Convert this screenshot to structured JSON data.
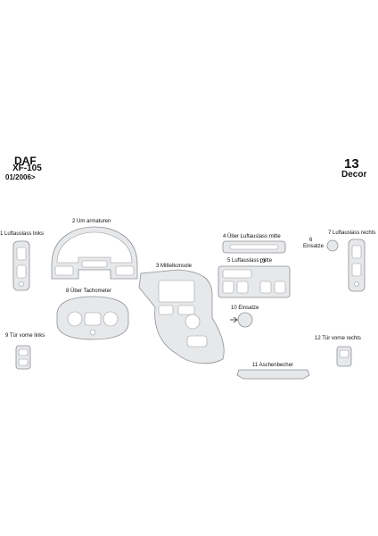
{
  "header": {
    "brand": "DAF",
    "model": "XF-105",
    "years": "01/2006>",
    "kit_number": "13",
    "kit_type": "Decor"
  },
  "parts": {
    "p1": "1 Luftauslass links",
    "p2": "2 Um armaturen",
    "p3": "3 Mittelkonsole",
    "p4": "4 Über Luftauslass mitte",
    "p5": "5 Luftauslass mitte",
    "p6_num": "6",
    "p6_label": "Einsatze",
    "p7": "7 Luftauslass rechts",
    "p8": "8 Über Tachometer",
    "p9": "9 Tür vorne links",
    "p10": "10 Einsatze",
    "p11": "11 Aschenbecher",
    "p12": "12 Tür vorne rechts",
    "p13_mark": "13"
  }
}
